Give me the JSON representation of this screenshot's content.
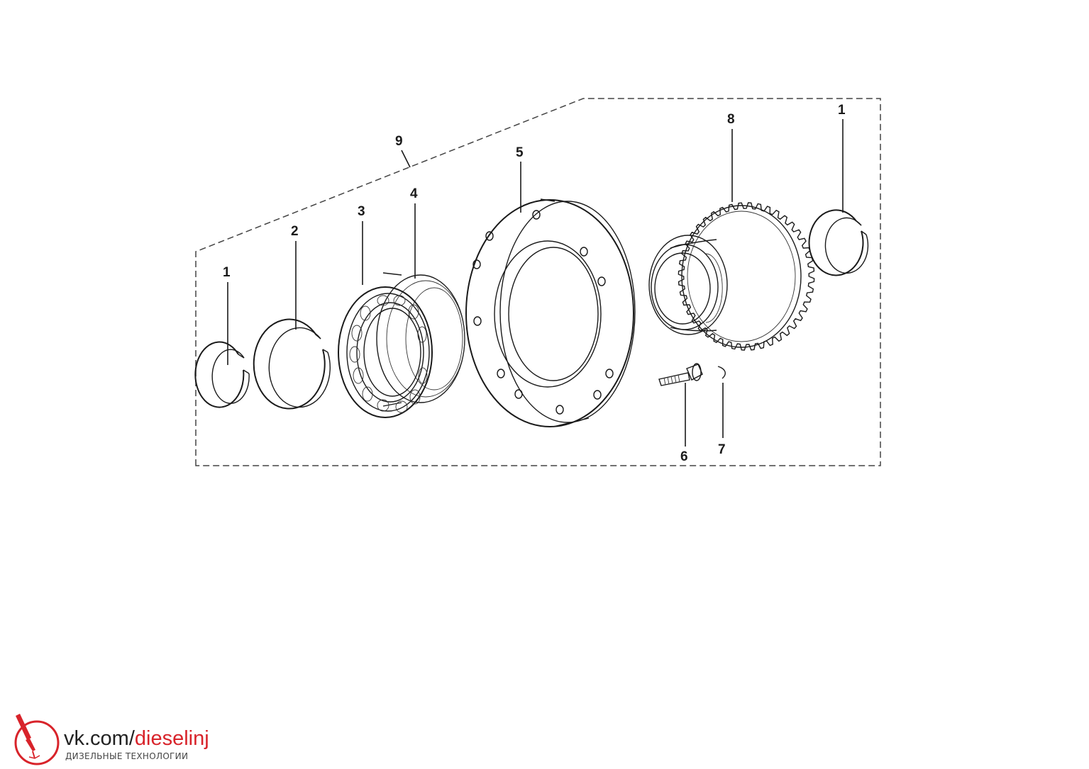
{
  "diagram": {
    "callouts": [
      {
        "id": "ring-left",
        "label": "1"
      },
      {
        "id": "circlip",
        "label": "2"
      },
      {
        "id": "roller-bearing",
        "label": "3"
      },
      {
        "id": "bearing-housing",
        "label": "4"
      },
      {
        "id": "flange",
        "label": "5"
      },
      {
        "id": "bolt",
        "label": "6"
      },
      {
        "id": "washer",
        "label": "7"
      },
      {
        "id": "gear",
        "label": "8"
      },
      {
        "id": "assembly",
        "label": "9"
      },
      {
        "id": "ring-right",
        "label": "1"
      }
    ]
  },
  "watermark": {
    "url_prefix": "vk.com/",
    "url_accent": "dieselinj",
    "subtitle": "ДИЗЕЛЬНЫЕ ТЕХНОЛОГИИ",
    "accent_color": "#d8232a"
  }
}
